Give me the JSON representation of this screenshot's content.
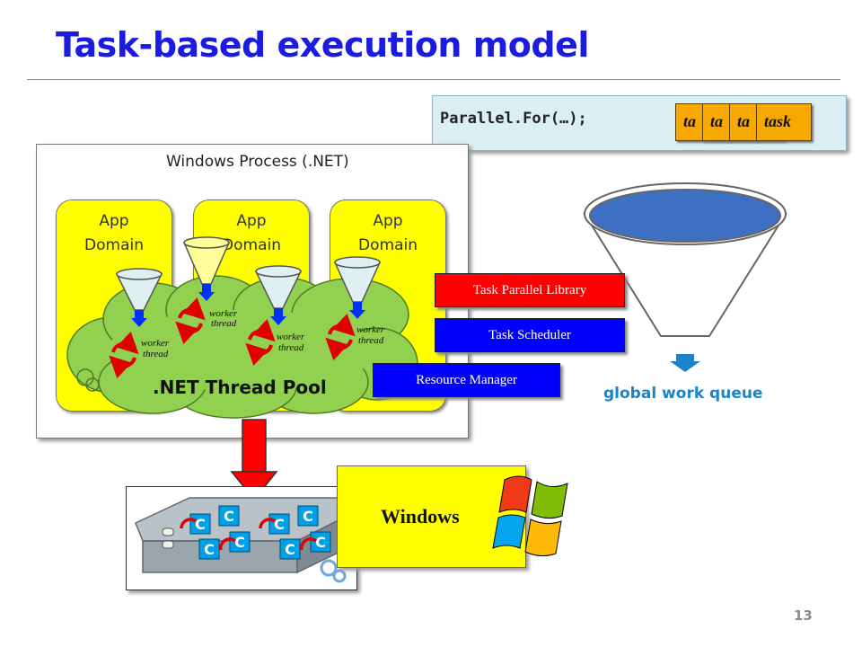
{
  "title": "Task-based execution model",
  "code": {
    "text": "Parallel.For(…);",
    "tasks": [
      "ta",
      "ta",
      "ta",
      "task"
    ]
  },
  "process": {
    "label": "Windows Process (.NET)",
    "app_domains": [
      {
        "line1": "App",
        "line2": "Domain"
      },
      {
        "line1": "App",
        "line2": "Domain"
      },
      {
        "line1": "App",
        "line2": "Domain"
      }
    ],
    "pool_label": ".NET Thread  Pool",
    "worker_line1": "worker",
    "worker_line2": "thread"
  },
  "libraries": {
    "tpl": "Task Parallel Library",
    "scheduler": "Task Scheduler",
    "resource": "Resource Manager"
  },
  "queue_label": "global work queue",
  "hardware": {
    "core_label": "C"
  },
  "windows_label": "Windows",
  "page_number": "13",
  "colors": {
    "title": "#1c1ce0",
    "task": "#f7a900",
    "app_domain": "#ffff00",
    "cloud": "#92d050",
    "tpl": "#ff0000",
    "scheduler": "#0000ff",
    "queue": "#3d6fc2",
    "arrow_red": "#ff0000"
  }
}
